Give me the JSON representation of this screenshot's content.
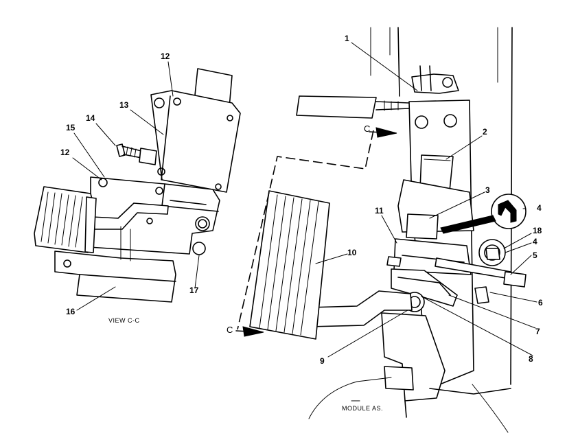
{
  "callouts": {
    "c1": "1",
    "c2": "2",
    "c3": "3",
    "c4a": "4",
    "c4b": "4",
    "c5": "5",
    "c6": "6",
    "c7": "7",
    "c8": "8",
    "c9": "9",
    "c10": "10",
    "c11": "11",
    "c12a": "12",
    "c12b": "12",
    "c13": "13",
    "c14": "14",
    "c15": "15",
    "c16": "16",
    "c17": "17",
    "c18": "18"
  },
  "section_marks": {
    "top": "C",
    "bottom": "C"
  },
  "captions": {
    "view": "VIEW C-C",
    "module": "MODULE AS."
  }
}
